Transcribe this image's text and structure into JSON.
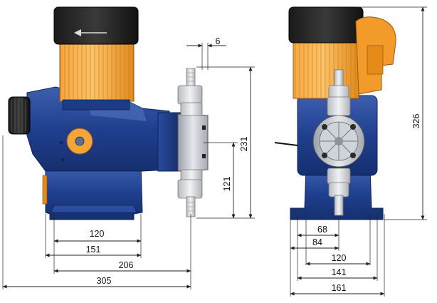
{
  "side_view": {
    "dim_120": "120",
    "dim_151": "151",
    "dim_206": "206",
    "dim_305": "305",
    "dim_6": "6",
    "dim_231": "231",
    "dim_121": "121"
  },
  "front_view": {
    "dim_326": "326",
    "dim_68": "68",
    "dim_84": "84",
    "dim_120": "120",
    "dim_141": "141",
    "dim_161": "161"
  },
  "colors": {
    "housing": "#1f3f8f",
    "motor": "#f4a640",
    "motor_cover": "#1a1a1a",
    "dosing_head": "#cfd4da"
  }
}
